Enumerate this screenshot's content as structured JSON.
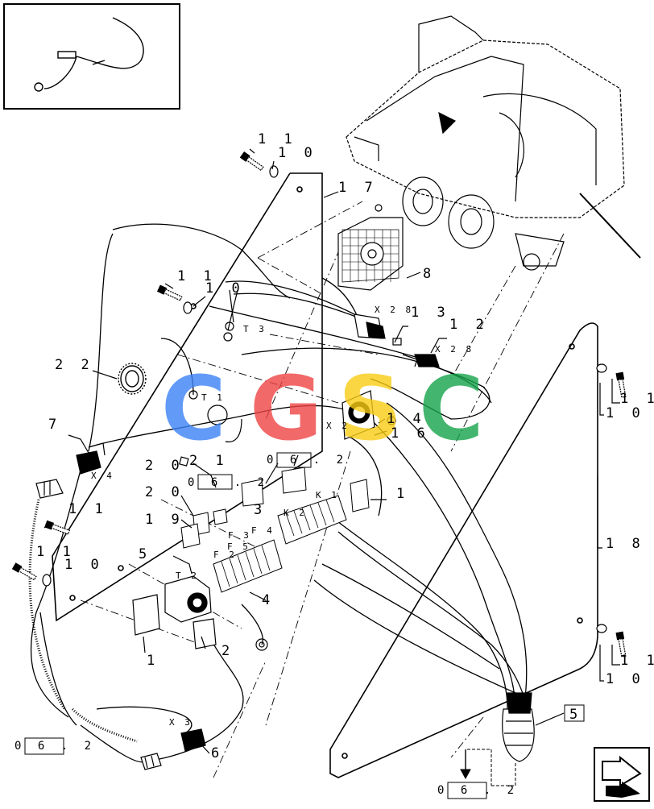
{
  "watermark": {
    "letters": [
      "C",
      "G",
      "S",
      "C"
    ],
    "colors": [
      "#3b82f6",
      "#ef4444",
      "#facc15",
      "#16a34a"
    ]
  },
  "callouts": {
    "c11a": "1 1",
    "c10a": "1 0",
    "c17": "1 7",
    "c8": "8",
    "c11b": "1 1",
    "c10b": "1 0",
    "c13": "1 3",
    "c12": "1 2",
    "c22": "2 2",
    "c14": "1 4",
    "c16": "1 6",
    "c7": "7",
    "c21": "2 1",
    "c20a": "2 0",
    "c20b": "2 0",
    "c19": "1 9",
    "c1a": "1",
    "c3": "3",
    "c5a": "5",
    "c4": "4",
    "c2": "2",
    "c1b": "1",
    "c11c": "1 1",
    "c11d": "1 1",
    "c10c": "1 0",
    "c11e": "1 1",
    "c10e": "1 0",
    "c11f": "1 1",
    "c10f": "1 0",
    "c18": "1 8",
    "c6": "6",
    "c5b": "5"
  },
  "connectors": {
    "x28a": "X 2 8",
    "t3": "T 3",
    "x28b": "X 2 8",
    "t1": "T 1",
    "x2": "X 2",
    "x4": "X 4",
    "k1": "K 1",
    "k2": "K 2",
    "f3": "F 3",
    "f4": "F 4",
    "f2": "F 2",
    "f5": "F 5",
    "t2": "T 2",
    "x3": "X 3"
  },
  "refs": {
    "r1": "0 6 . 2",
    "r2": "0 6 . 2",
    "r3": "0 6 . 2",
    "r4": "0 6 . 2"
  }
}
